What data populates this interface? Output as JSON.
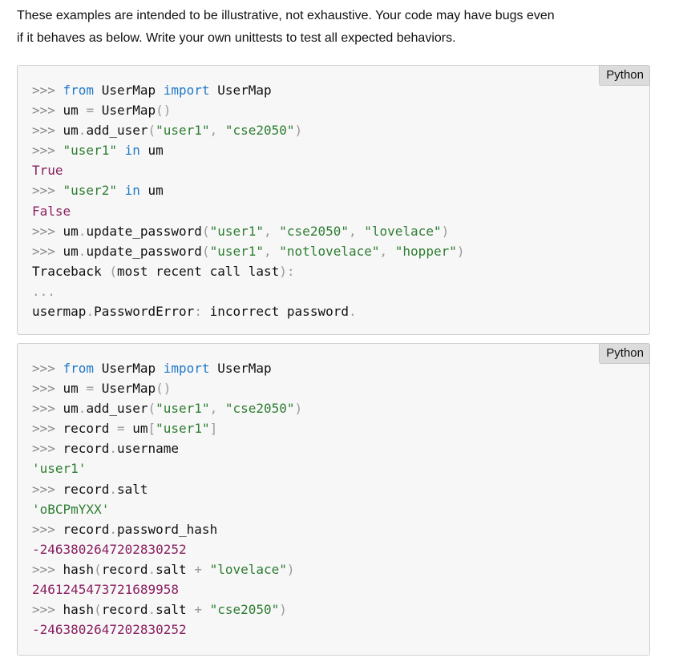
{
  "intro": {
    "line1": "These examples are intended to be illustrative, not exhaustive. Your code may have bugs even",
    "line2": "if it behaves as below. Write your own unittests to test all expected behaviors."
  },
  "blocks": [
    {
      "language": "Python",
      "lines": [
        [
          {
            "t": "prompt",
            "v": ">>> "
          },
          {
            "t": "kw",
            "v": "from"
          },
          {
            "t": "txt",
            "v": " UserMap "
          },
          {
            "t": "kw",
            "v": "import"
          },
          {
            "t": "txt",
            "v": " UserMap"
          }
        ],
        [
          {
            "t": "prompt",
            "v": ">>> "
          },
          {
            "t": "txt",
            "v": "um "
          },
          {
            "t": "pun",
            "v": "="
          },
          {
            "t": "txt",
            "v": " UserMap"
          },
          {
            "t": "pun",
            "v": "()"
          }
        ],
        [
          {
            "t": "prompt",
            "v": ">>> "
          },
          {
            "t": "txt",
            "v": "um"
          },
          {
            "t": "pun",
            "v": "."
          },
          {
            "t": "txt",
            "v": "add_user"
          },
          {
            "t": "pun",
            "v": "("
          },
          {
            "t": "str",
            "v": "\"user1\""
          },
          {
            "t": "pun",
            "v": ", "
          },
          {
            "t": "str",
            "v": "\"cse2050\""
          },
          {
            "t": "pun",
            "v": ")"
          }
        ],
        [
          {
            "t": "prompt",
            "v": ">>> "
          },
          {
            "t": "str",
            "v": "\"user1\""
          },
          {
            "t": "txt",
            "v": " "
          },
          {
            "t": "kw",
            "v": "in"
          },
          {
            "t": "txt",
            "v": " um"
          }
        ],
        [
          {
            "t": "lit",
            "v": "True"
          }
        ],
        [
          {
            "t": "prompt",
            "v": ">>> "
          },
          {
            "t": "str",
            "v": "\"user2\""
          },
          {
            "t": "txt",
            "v": " "
          },
          {
            "t": "kw",
            "v": "in"
          },
          {
            "t": "txt",
            "v": " um"
          }
        ],
        [
          {
            "t": "lit",
            "v": "False"
          }
        ],
        [
          {
            "t": "prompt",
            "v": ">>> "
          },
          {
            "t": "txt",
            "v": "um"
          },
          {
            "t": "pun",
            "v": "."
          },
          {
            "t": "txt",
            "v": "update_password"
          },
          {
            "t": "pun",
            "v": "("
          },
          {
            "t": "str",
            "v": "\"user1\""
          },
          {
            "t": "pun",
            "v": ", "
          },
          {
            "t": "str",
            "v": "\"cse2050\""
          },
          {
            "t": "pun",
            "v": ", "
          },
          {
            "t": "str",
            "v": "\"lovelace\""
          },
          {
            "t": "pun",
            "v": ")"
          }
        ],
        [
          {
            "t": "prompt",
            "v": ">>> "
          },
          {
            "t": "txt",
            "v": "um"
          },
          {
            "t": "pun",
            "v": "."
          },
          {
            "t": "txt",
            "v": "update_password"
          },
          {
            "t": "pun",
            "v": "("
          },
          {
            "t": "str",
            "v": "\"user1\""
          },
          {
            "t": "pun",
            "v": ", "
          },
          {
            "t": "str",
            "v": "\"notlovelace\""
          },
          {
            "t": "pun",
            "v": ", "
          },
          {
            "t": "str",
            "v": "\"hopper\""
          },
          {
            "t": "pun",
            "v": ")"
          }
        ],
        [
          {
            "t": "txt",
            "v": "Traceback "
          },
          {
            "t": "pun",
            "v": "("
          },
          {
            "t": "txt",
            "v": "most recent call last"
          },
          {
            "t": "pun",
            "v": "):"
          }
        ],
        [
          {
            "t": "pun",
            "v": "..."
          }
        ],
        [
          {
            "t": "txt",
            "v": "usermap"
          },
          {
            "t": "pun",
            "v": "."
          },
          {
            "t": "txt",
            "v": "PasswordError"
          },
          {
            "t": "pun",
            "v": ":"
          },
          {
            "t": "txt",
            "v": " incorrect password"
          },
          {
            "t": "pun",
            "v": "."
          }
        ]
      ]
    },
    {
      "language": "Python",
      "lines": [
        [
          {
            "t": "prompt",
            "v": ">>> "
          },
          {
            "t": "kw",
            "v": "from"
          },
          {
            "t": "txt",
            "v": " UserMap "
          },
          {
            "t": "kw",
            "v": "import"
          },
          {
            "t": "txt",
            "v": " UserMap"
          }
        ],
        [
          {
            "t": "prompt",
            "v": ">>> "
          },
          {
            "t": "txt",
            "v": "um "
          },
          {
            "t": "pun",
            "v": "="
          },
          {
            "t": "txt",
            "v": " UserMap"
          },
          {
            "t": "pun",
            "v": "()"
          }
        ],
        [
          {
            "t": "prompt",
            "v": ">>> "
          },
          {
            "t": "txt",
            "v": "um"
          },
          {
            "t": "pun",
            "v": "."
          },
          {
            "t": "txt",
            "v": "add_user"
          },
          {
            "t": "pun",
            "v": "("
          },
          {
            "t": "str",
            "v": "\"user1\""
          },
          {
            "t": "pun",
            "v": ", "
          },
          {
            "t": "str",
            "v": "\"cse2050\""
          },
          {
            "t": "pun",
            "v": ")"
          }
        ],
        [
          {
            "t": "prompt",
            "v": ">>> "
          },
          {
            "t": "txt",
            "v": "record "
          },
          {
            "t": "pun",
            "v": "="
          },
          {
            "t": "txt",
            "v": " um"
          },
          {
            "t": "pun",
            "v": "["
          },
          {
            "t": "str",
            "v": "\"user1\""
          },
          {
            "t": "pun",
            "v": "]"
          }
        ],
        [
          {
            "t": "prompt",
            "v": ">>> "
          },
          {
            "t": "txt",
            "v": "record"
          },
          {
            "t": "pun",
            "v": "."
          },
          {
            "t": "txt",
            "v": "username"
          }
        ],
        [
          {
            "t": "str",
            "v": "'user1'"
          }
        ],
        [
          {
            "t": "prompt",
            "v": ">>> "
          },
          {
            "t": "txt",
            "v": "record"
          },
          {
            "t": "pun",
            "v": "."
          },
          {
            "t": "txt",
            "v": "salt"
          }
        ],
        [
          {
            "t": "str",
            "v": "'oBCPmYXX'"
          }
        ],
        [
          {
            "t": "prompt",
            "v": ">>> "
          },
          {
            "t": "txt",
            "v": "record"
          },
          {
            "t": "pun",
            "v": "."
          },
          {
            "t": "txt",
            "v": "password_hash"
          }
        ],
        [
          {
            "t": "num",
            "v": "-2463802647202830252"
          }
        ],
        [
          {
            "t": "prompt",
            "v": ">>> "
          },
          {
            "t": "txt",
            "v": "hash"
          },
          {
            "t": "pun",
            "v": "("
          },
          {
            "t": "txt",
            "v": "record"
          },
          {
            "t": "pun",
            "v": "."
          },
          {
            "t": "txt",
            "v": "salt "
          },
          {
            "t": "pun",
            "v": "+"
          },
          {
            "t": "txt",
            "v": " "
          },
          {
            "t": "str",
            "v": "\"lovelace\""
          },
          {
            "t": "pun",
            "v": ")"
          }
        ],
        [
          {
            "t": "num",
            "v": "2461245473721689958"
          }
        ],
        [
          {
            "t": "prompt",
            "v": ">>> "
          },
          {
            "t": "txt",
            "v": "hash"
          },
          {
            "t": "pun",
            "v": "("
          },
          {
            "t": "txt",
            "v": "record"
          },
          {
            "t": "pun",
            "v": "."
          },
          {
            "t": "txt",
            "v": "salt "
          },
          {
            "t": "pun",
            "v": "+"
          },
          {
            "t": "txt",
            "v": " "
          },
          {
            "t": "str",
            "v": "\"cse2050\""
          },
          {
            "t": "pun",
            "v": ")"
          }
        ],
        [
          {
            "t": "num",
            "v": "-2463802647202830252"
          }
        ]
      ]
    }
  ]
}
